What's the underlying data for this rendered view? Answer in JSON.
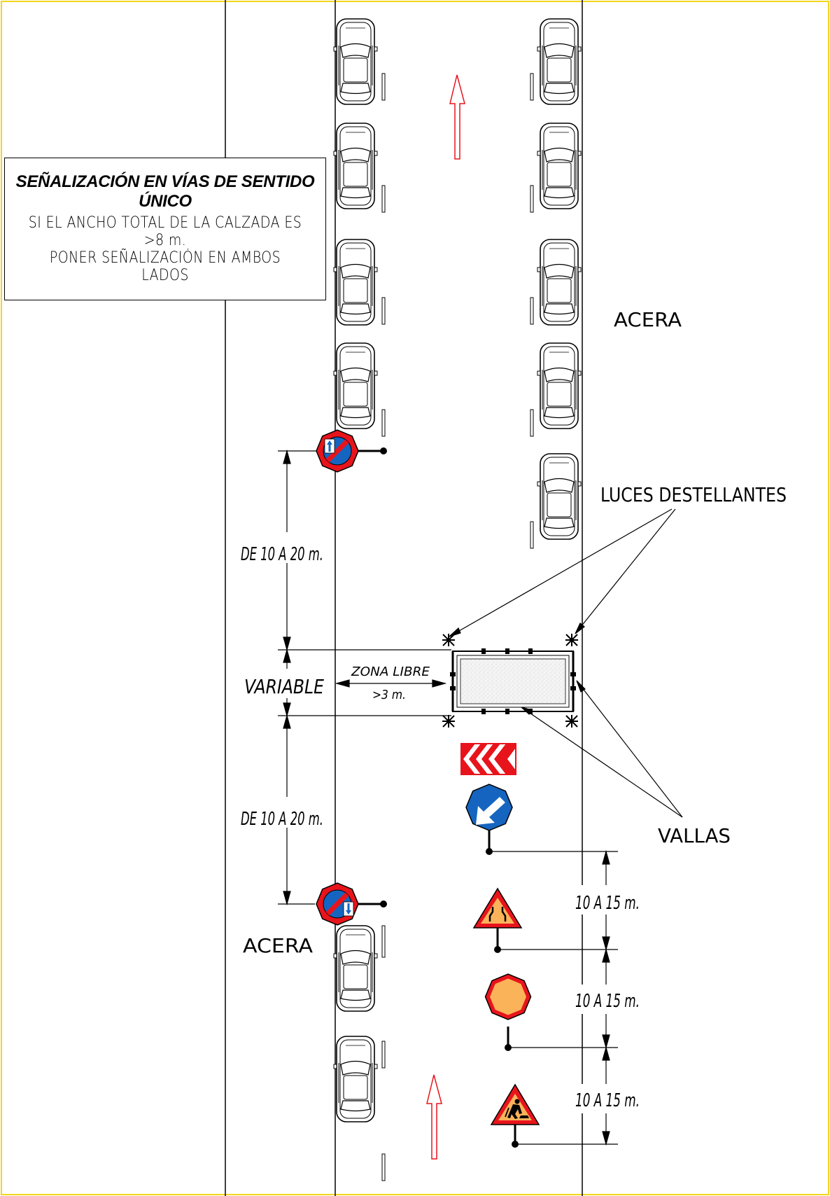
{
  "note": {
    "title": "SEÑALIZACIÓN EN VÍAS DE SENTIDO ÚNICO",
    "line1": "SI EL ANCHO TOTAL DE LA CALZADA ES >8 m.",
    "line2": "PONER SEÑALIZACIÓN EN AMBOS LADOS"
  },
  "labels": {
    "acera_right": "ACERA",
    "acera_left": "ACERA",
    "luces": "LUCES DESTELLANTES",
    "vallas": "VALLAS",
    "zona_libre": "ZONA LIBRE",
    "zona_libre_value": ">3 m.",
    "variable": "VARIABLE",
    "dim_upper": "DE 10 A 20  m.",
    "dim_lower": "DE 10 A 20  m.",
    "spacing1": "10 A 15 m.",
    "spacing2": "10 A 15 m.",
    "spacing3": "10 A 15 m."
  },
  "colors": {
    "sign_red": "#e8141c",
    "sign_blue": "#1565c0",
    "sign_orange": "#fbb35a",
    "arrow_red": "#e8141c",
    "border_yellow": "#f2d61c"
  },
  "icons": {
    "no_parking_up": "no-parking-up-arrow-icon",
    "no_parking_down": "no-parking-down-arrow-icon",
    "chevron_panel": "chevron-panel-icon",
    "keep_left": "keep-left-arrow-icon",
    "road_narrows": "road-narrows-icon",
    "plain_octagon": "octagon-sign-icon",
    "roadworks": "roadworks-icon"
  }
}
